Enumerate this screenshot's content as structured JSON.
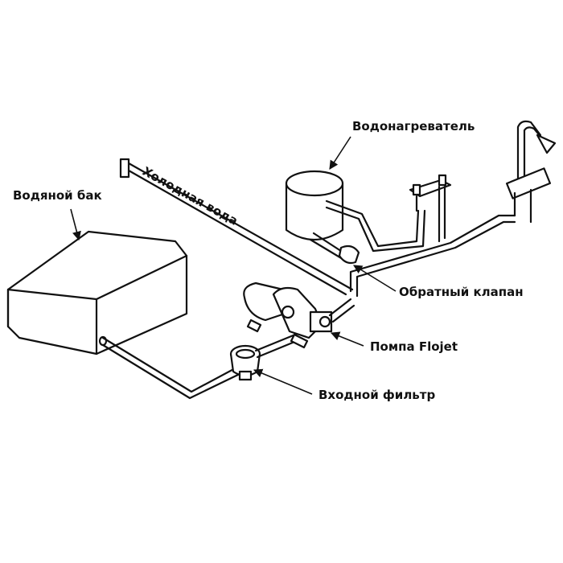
{
  "labels": {
    "water_tank": "Водяной бак",
    "cold_water": "Холодная вода",
    "water_heater": "Водонагреватель",
    "check_valve": "Обратный клапан",
    "pump": "Помпа Flojet",
    "inlet_filter": "Входной фильтр"
  }
}
